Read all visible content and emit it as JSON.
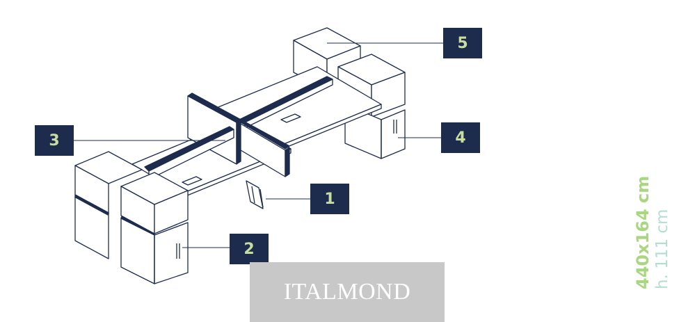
{
  "colors": {
    "navy": "#1d2b4d",
    "badge_text": "#c8dea0",
    "dims_main": "#a9d77f",
    "dims_sub": "#b5ddd2",
    "watermark_bg": "#c8c8c8",
    "watermark_text": "#ffffff",
    "line": "#1d2b4d"
  },
  "callouts": [
    {
      "id": "1",
      "label": "1"
    },
    {
      "id": "2",
      "label": "2"
    },
    {
      "id": "3",
      "label": "3"
    },
    {
      "id": "4",
      "label": "4"
    },
    {
      "id": "5",
      "label": "5"
    }
  ],
  "dimensions": {
    "footprint": "440x164 cm",
    "height": "h. 111 cm"
  },
  "watermark": "ITALMOND"
}
